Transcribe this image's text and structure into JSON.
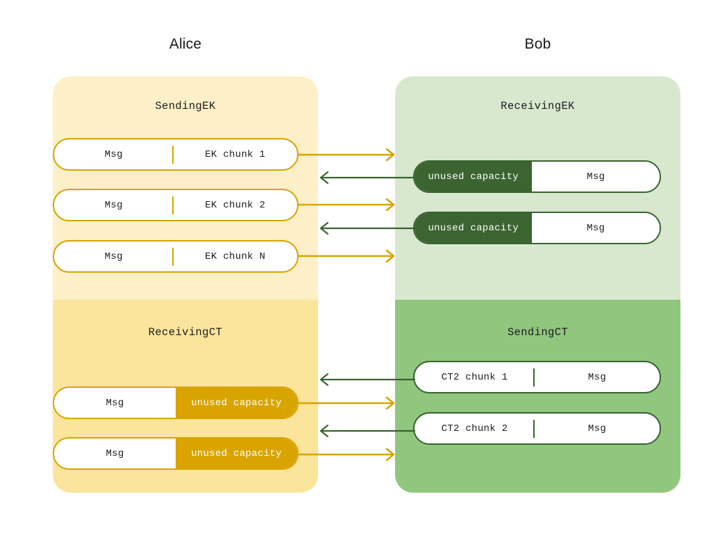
{
  "parties": {
    "left": "Alice",
    "right": "Bob"
  },
  "colors": {
    "panel_light_yellow": "#FDF0C8",
    "panel_deep_yellow": "#FBE49B",
    "panel_light_green": "#D7E8CF",
    "panel_deep_green": "#91C67F",
    "gold_stroke": "#D9A400",
    "gold_fill": "#D9A400",
    "green_stroke": "#38632F",
    "green_fill": "#3C6431",
    "text_dark": "#1b1b1b",
    "text_light": "#ffffff"
  },
  "alice": {
    "sections": [
      {
        "title": "SendingEK",
        "pills": [
          {
            "left": "Msg",
            "right": "EK chunk 1",
            "style": "gold-outline"
          },
          {
            "left": "Msg",
            "right": "EK chunk 2",
            "style": "gold-outline"
          },
          {
            "left": "Msg",
            "right": "EK chunk N",
            "style": "gold-outline"
          }
        ]
      },
      {
        "title": "ReceivingCT",
        "pills": [
          {
            "left": "Msg",
            "right": "unused capacity",
            "style": "split-gold"
          },
          {
            "left": "Msg",
            "right": "unused capacity",
            "style": "split-gold"
          }
        ]
      }
    ]
  },
  "bob": {
    "sections": [
      {
        "title": "ReceivingEK",
        "pills": [
          {
            "left": "unused capacity",
            "right": "Msg",
            "style": "split-green"
          },
          {
            "left": "unused capacity",
            "right": "Msg",
            "style": "split-green"
          }
        ]
      },
      {
        "title": "SendingCT",
        "pills": [
          {
            "left": "CT2 chunk 1",
            "right": "Msg",
            "style": "green-outline"
          },
          {
            "left": "CT2 chunk 2",
            "right": "Msg",
            "style": "green-outline"
          }
        ]
      }
    ]
  },
  "arrows": [
    {
      "direction": "right",
      "color": "#D9A400",
      "from": "alice-sendingek-pill-1",
      "to": "bob"
    },
    {
      "direction": "left",
      "color": "#38632F",
      "from": "bob-receivingek-pill-1",
      "to": "alice"
    },
    {
      "direction": "right",
      "color": "#D9A400",
      "from": "alice-sendingek-pill-2",
      "to": "bob"
    },
    {
      "direction": "left",
      "color": "#38632F",
      "from": "bob-receivingek-pill-2",
      "to": "alice"
    },
    {
      "direction": "right",
      "color": "#D9A400",
      "from": "alice-sendingek-pill-3",
      "to": "bob"
    },
    {
      "direction": "left",
      "color": "#38632F",
      "from": "bob-sendingct-pill-1",
      "to": "alice"
    },
    {
      "direction": "right",
      "color": "#D9A400",
      "from": "alice-receivingct-pill-1",
      "to": "bob"
    },
    {
      "direction": "left",
      "color": "#38632F",
      "from": "bob-sendingct-pill-2",
      "to": "alice"
    },
    {
      "direction": "right",
      "color": "#D9A400",
      "from": "alice-receivingct-pill-2",
      "to": "bob"
    }
  ]
}
